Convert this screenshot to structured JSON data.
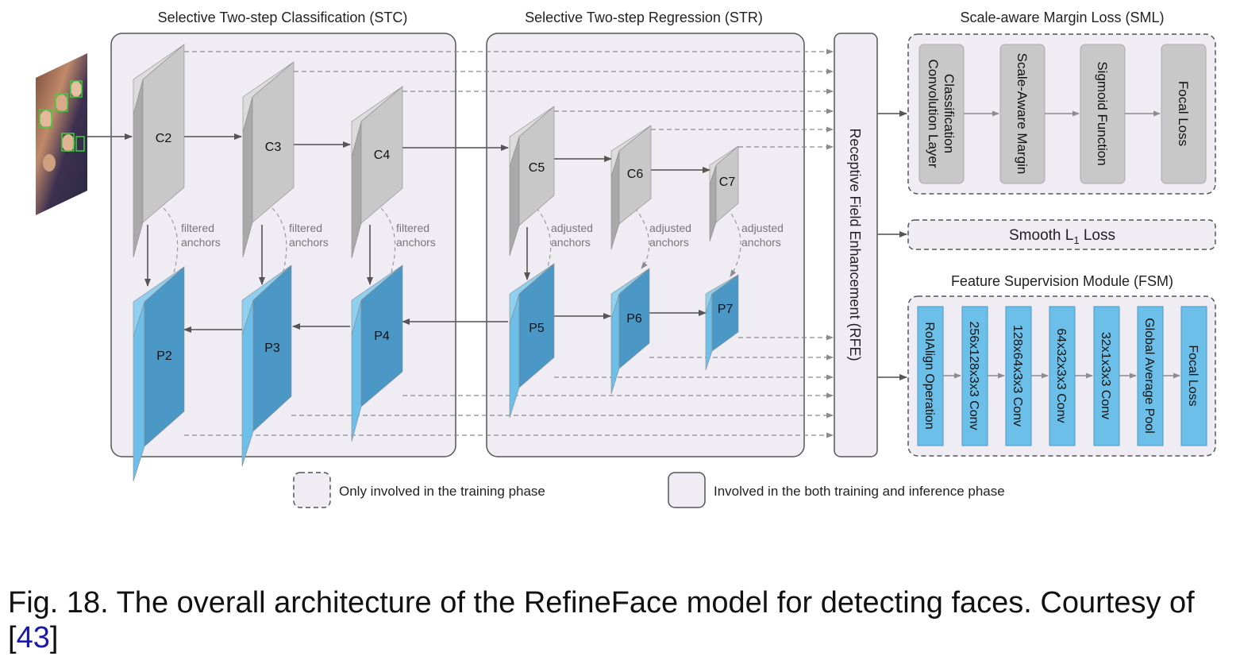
{
  "groups": {
    "stc": "Selective Two-step Classification (STC)",
    "str": "Selective Two-step Regression (STR)",
    "sml": "Scale-aware Margin Loss (SML)",
    "fsm": "Feature Supervision Module (FSM)",
    "rfe": "Receptive Field Enhancement (RFE)"
  },
  "backbone": [
    "C2",
    "C3",
    "C4",
    "C5",
    "C6",
    "C7"
  ],
  "pyramid": [
    "P2",
    "P3",
    "P4",
    "P5",
    "P6",
    "P7"
  ],
  "anchor_labels": {
    "filtered": [
      "filtered",
      "anchors"
    ],
    "adjusted": [
      "adjusted",
      "anchors"
    ]
  },
  "sml_steps": [
    [
      "Classification",
      "Convolution Layer"
    ],
    [
      "Scale-Aware Margin"
    ],
    [
      "Sigmoid Function"
    ],
    [
      "Focal Loss"
    ]
  ],
  "smooth_loss": {
    "text": "Smooth L",
    "sub": "1",
    "suffix": " Loss"
  },
  "fsm_steps": [
    "RoIAlign Operation",
    "256x128x3x3 Conv",
    "128x64x3x3 Conv",
    "64x32x3x3 Conv",
    "32x1x3x3 Conv",
    "Global Average Pool",
    "Focal Loss"
  ],
  "legend": {
    "dashed": "Only involved in the training phase",
    "solid": "Involved in the both training and inference phase"
  },
  "caption": {
    "text": "Fig. 18. The overall architecture of the RefineFace model for detecting faces. Courtesy of [",
    "cite": "43",
    "end": "]"
  },
  "colors": {
    "gray_front": "#c8c8c8",
    "gray_side": "#a9a9a9",
    "gray_top": "#dcdcdc",
    "blue_front": "#4b97c6",
    "blue_side": "#6cbfe8",
    "blue_top": "#8fd0f0",
    "panel": "#efedf3"
  }
}
